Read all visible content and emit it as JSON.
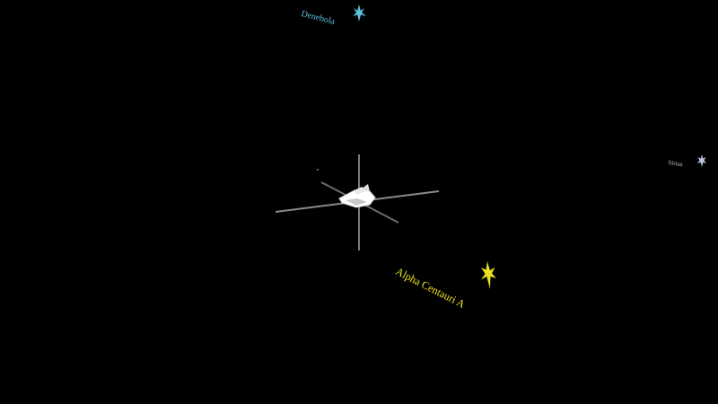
{
  "stars": [
    {
      "name": "Denebola",
      "color": "#5bbfe0",
      "icon": "star-icon"
    },
    {
      "name": "Sirius",
      "color": "#b8c6d6",
      "icon": "star-icon"
    },
    {
      "name": "Alpha Centauri A",
      "color": "#e8e020",
      "icon": "star-icon"
    }
  ],
  "scene": {
    "background": "#000000",
    "axis_color": "#7a7a7a",
    "ship_color": "#ffffff"
  }
}
